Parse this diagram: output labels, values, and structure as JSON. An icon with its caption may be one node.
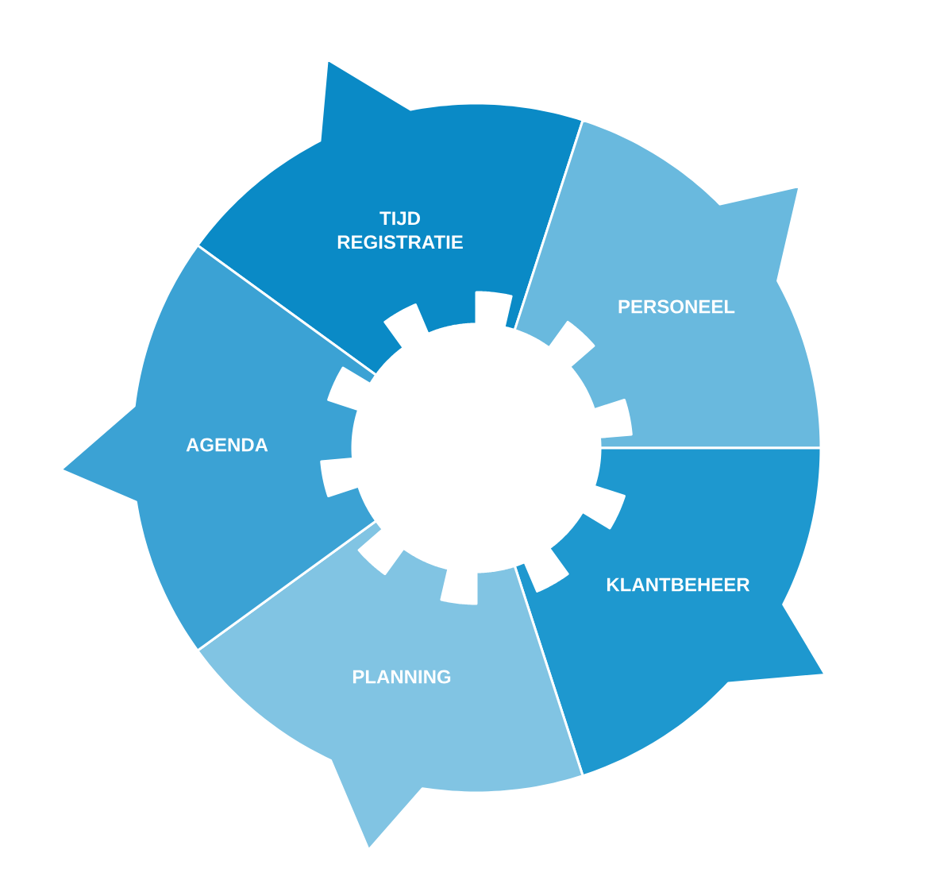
{
  "diagram": {
    "nodes": [
      {
        "text": [
          "TIJD REGISTRATIE"
        ]
      },
      {
        "text": [
          "PERSONEEL"
        ]
      },
      {
        "text": [
          "KLANTBEHEER"
        ]
      },
      {
        "text": [
          "PLANNING"
        ]
      },
      {
        "text": [
          "AGENDA"
        ]
      }
    ]
  }
}
